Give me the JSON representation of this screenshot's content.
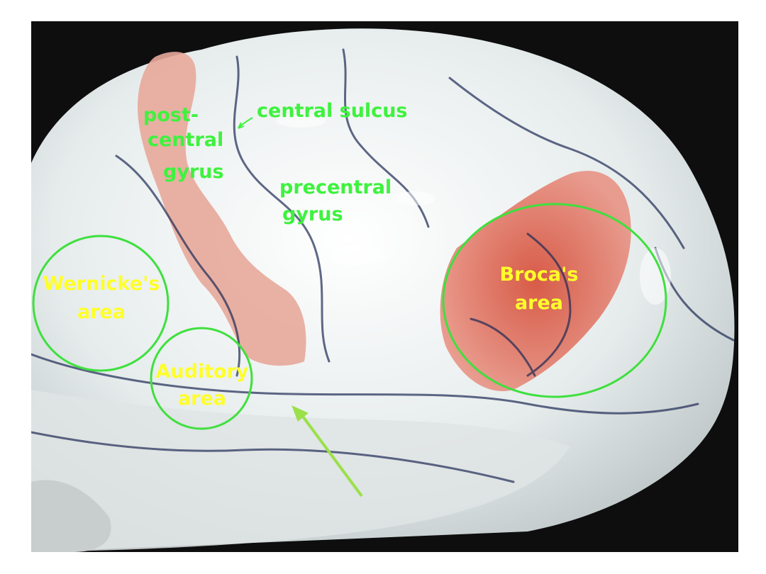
{
  "labels": {
    "postcentral_line1": "post-",
    "postcentral_line2": "central",
    "postcentral_line3": "gyrus",
    "central_sulcus": "central sulcus",
    "precentral_line1": "precentral",
    "precentral_line2": "gyrus",
    "wernicke_line1": "Wernicke's",
    "wernicke_line2": "area",
    "broca_line1": "Broca's",
    "broca_line2": "area",
    "auditory_line1": "Auditory",
    "auditory_line2": "area"
  },
  "colors": {
    "label_green": "#3ef23e",
    "label_yellow": "#ffff2a",
    "circle_green": "#3ee03e",
    "arrow_green": "#9ae04a",
    "background": "#111111",
    "brain_white": "#eceeee",
    "postcentral_pink": "#e7a89a",
    "broca_red": "#d8402a"
  },
  "icons": {
    "central_sulcus_pointer": "arrow-icon",
    "temporal_pointer": "arrow-icon"
  }
}
